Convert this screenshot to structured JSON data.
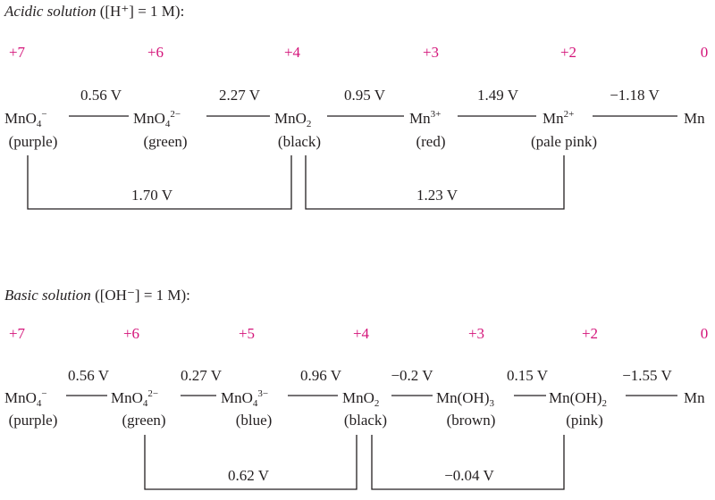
{
  "acidic": {
    "title_italic": "Acidic solution",
    "condition": "([H⁺] = 1 M):",
    "oxidation_states": [
      "+7",
      "+6",
      "+4",
      "+3",
      "+2",
      "0"
    ],
    "species": [
      {
        "base": "MnO",
        "sub": "4",
        "sup": "−",
        "color": "(purple)"
      },
      {
        "base": "MnO",
        "sub": "4",
        "sup": "2−",
        "color": "(green)"
      },
      {
        "base": "MnO",
        "sub": "2",
        "sup": "",
        "color": "(black)"
      },
      {
        "base": "Mn",
        "sub": "",
        "sup": "3+",
        "color": "(red)"
      },
      {
        "base": "Mn",
        "sub": "",
        "sup": "2+",
        "color": "(pale pink)"
      },
      {
        "base": "Mn",
        "sub": "",
        "sup": "",
        "color": ""
      }
    ],
    "potentials": [
      "0.56 V",
      "2.27 V",
      "0.95 V",
      "1.49 V",
      "−1.18 V"
    ],
    "brackets": [
      "1.70 V",
      "1.23 V"
    ]
  },
  "basic": {
    "title_italic": "Basic solution",
    "condition": "([OH⁻] = 1 M):",
    "oxidation_states": [
      "+7",
      "+6",
      "+5",
      "+4",
      "+3",
      "+2",
      "0"
    ],
    "species": [
      {
        "base": "MnO",
        "sub": "4",
        "sup": "−",
        "color": "(purple)"
      },
      {
        "base": "MnO",
        "sub": "4",
        "sup": "2−",
        "color": "(green)"
      },
      {
        "base": "MnO",
        "sub": "4",
        "sup": "3−",
        "color": "(blue)"
      },
      {
        "base": "MnO",
        "sub": "2",
        "sup": "",
        "color": "(black)"
      },
      {
        "base": "Mn(OH)",
        "sub": "3",
        "sup": "",
        "color": "(brown)"
      },
      {
        "base": "Mn(OH)",
        "sub": "2",
        "sup": "",
        "color": "(pink)"
      },
      {
        "base": "Mn",
        "sub": "",
        "sup": "",
        "color": ""
      }
    ],
    "potentials": [
      "0.56 V",
      "0.27 V",
      "0.96 V",
      "−0.2 V",
      "0.15 V",
      "−1.55 V"
    ],
    "brackets": [
      "0.62 V",
      "−0.04 V"
    ]
  },
  "colors": {
    "oxidation_state": "#d4147a",
    "text": "#231f20"
  }
}
